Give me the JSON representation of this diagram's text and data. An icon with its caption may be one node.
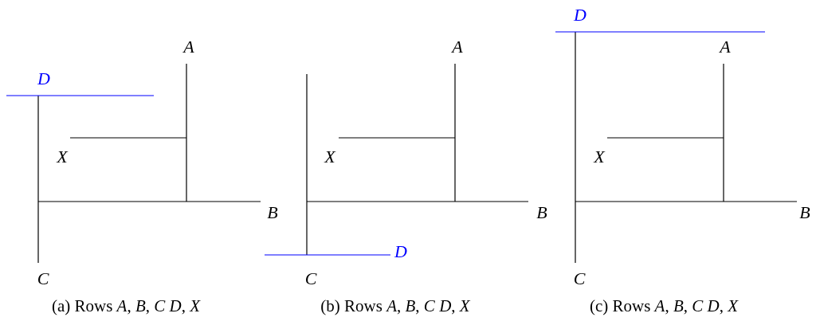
{
  "diagram": {
    "labels": [
      "A",
      "D",
      "X",
      "B",
      "C",
      "(a) Rows *A*, *B*, *C* *D*, *X*",
      "A",
      "X",
      "B",
      "D",
      "C",
      "(b) Rows *A*, *B*, *C* *D*, *X*",
      "D",
      "A",
      "X",
      "B",
      "C",
      "(c) Rows *A*, *B*, *C* *D*, *X*"
    ]
  }
}
